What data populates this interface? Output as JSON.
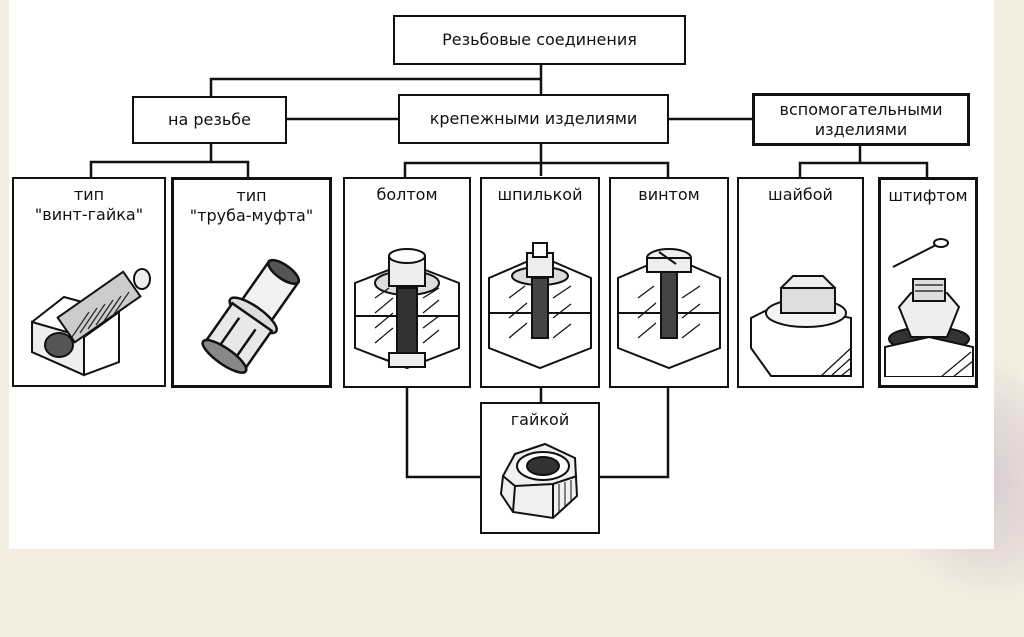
{
  "root": {
    "label": "Резьбовые соединения"
  },
  "categories": [
    {
      "id": "thread",
      "label": "на резьбе"
    },
    {
      "id": "fasteners",
      "label": "крепежными изделиями"
    },
    {
      "id": "auxiliary",
      "label_line1": "вспомогательными",
      "label_line2": "изделиями"
    }
  ],
  "thread_types": [
    {
      "line1": "тип",
      "line2": "\"винт-гайка\"",
      "icon": "screw-nut-icon"
    },
    {
      "line1": "тип",
      "line2": "\"труба-муфта\"",
      "icon": "pipe-coupling-icon"
    }
  ],
  "fastener_items": [
    {
      "label": "болтом",
      "icon": "bolt-joint-icon"
    },
    {
      "label": "шпилькой",
      "icon": "stud-joint-icon"
    },
    {
      "label": "винтом",
      "icon": "screw-joint-icon"
    }
  ],
  "nut_item": {
    "label": "гайкой",
    "icon": "hex-nut-icon"
  },
  "auxiliary_items": [
    {
      "label": "шайбой",
      "icon": "washer-icon"
    },
    {
      "label": "штифтом",
      "icon": "cotter-pin-icon"
    }
  ]
}
